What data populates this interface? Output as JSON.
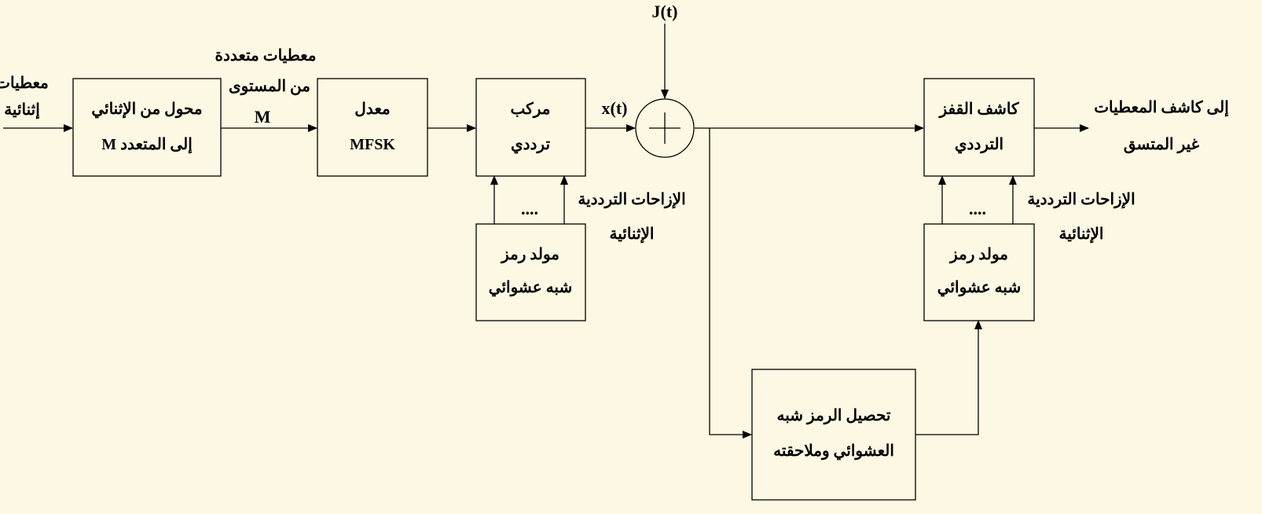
{
  "colors": {
    "background": "#fdf8e3",
    "line": "#000000"
  },
  "labels": {
    "input_line1": "معطيات",
    "input_line2": "إثنائية",
    "multilevel_line1": "معطيات متعددة",
    "multilevel_line2": "من المستوى",
    "multilevel_line3": "M",
    "xt": "x(t)",
    "jt": "J(t)",
    "tx_hops_line1": "الإزاحات الترددية",
    "tx_hops_line2": "الإثنائية",
    "tx_dots": "....",
    "rx_hops_line1": "الإزاحات الترددية",
    "rx_hops_line2": "الإثنائية",
    "rx_dots": "....",
    "output_line1": "إلى كاشف المعطيات",
    "output_line2": "غير المتسق"
  },
  "blocks": {
    "converter": {
      "line1": "محول من الإثنائي",
      "line2": "إلى المتعدد M"
    },
    "modulator": {
      "line1": "معدل",
      "line2": "MFSK"
    },
    "tx_synth": {
      "line1": "مركب",
      "line2": "ترددي"
    },
    "tx_prng": {
      "line1": "مولد رمز",
      "line2": "شبه عشوائي"
    },
    "rx_detector": {
      "line1": "كاشف القفز",
      "line2": "الترددي"
    },
    "rx_prng": {
      "line1": "مولد رمز",
      "line2": "شبه عشوائي"
    },
    "sync": {
      "line1": "تحصيل الرمز شبه",
      "line2": "العشوائي وملاحقته"
    }
  }
}
